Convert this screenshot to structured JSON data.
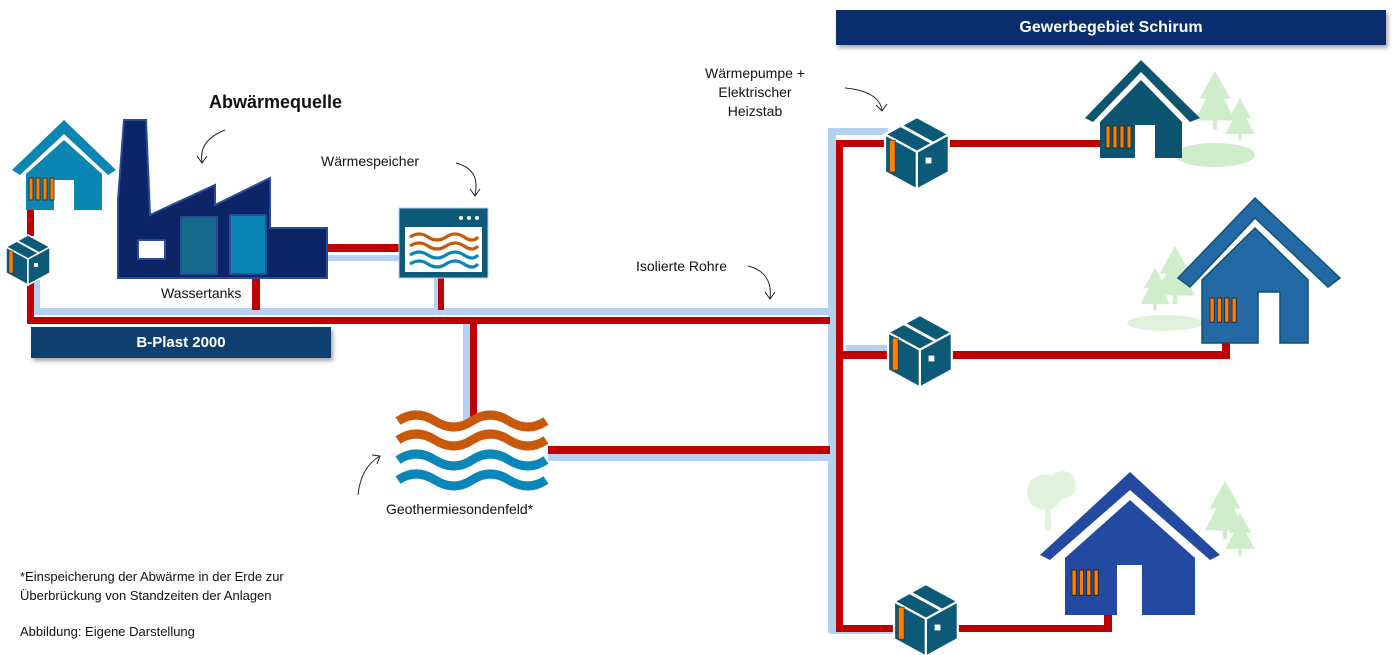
{
  "labels": {
    "heat_source": "Abwärmequelle",
    "heat_storage": "Wärmespeicher",
    "water_tanks": "Wassertanks",
    "company": "B-Plast 2000",
    "insulated_pipes": "Isolierte Rohre",
    "geothermal_field": "Geothermiesondenfeld*",
    "heat_pump_line1": "Wärmepumpe +",
    "heat_pump_line2": "Elektrischer",
    "heat_pump_line3": "Heizstab",
    "business_area": "Gewerbegebiet Schirum"
  },
  "footnote": {
    "line1": "*Einspeicherung der Abwärme in der Erde zur",
    "line2": "Überbrückung von Standzeiten der Anlagen",
    "credit": "Abbildung: Eigene Darstellung"
  },
  "colors": {
    "hot_pipe": "#c00000",
    "cold_pipe": "#b4d2ef",
    "factory": "#0d2566",
    "house_left": "#0b86b3",
    "house_top": "#0d5470",
    "house_mid": "#2468a6",
    "house_bottom": "#2349a0",
    "heat_pump_box": "#0d5a78",
    "radiator": "#ff7f00",
    "wave_hot": "#c8590a",
    "wave_cold": "#0b86b8",
    "tree": "#cfeccb",
    "banner": "#0a2d6e"
  }
}
